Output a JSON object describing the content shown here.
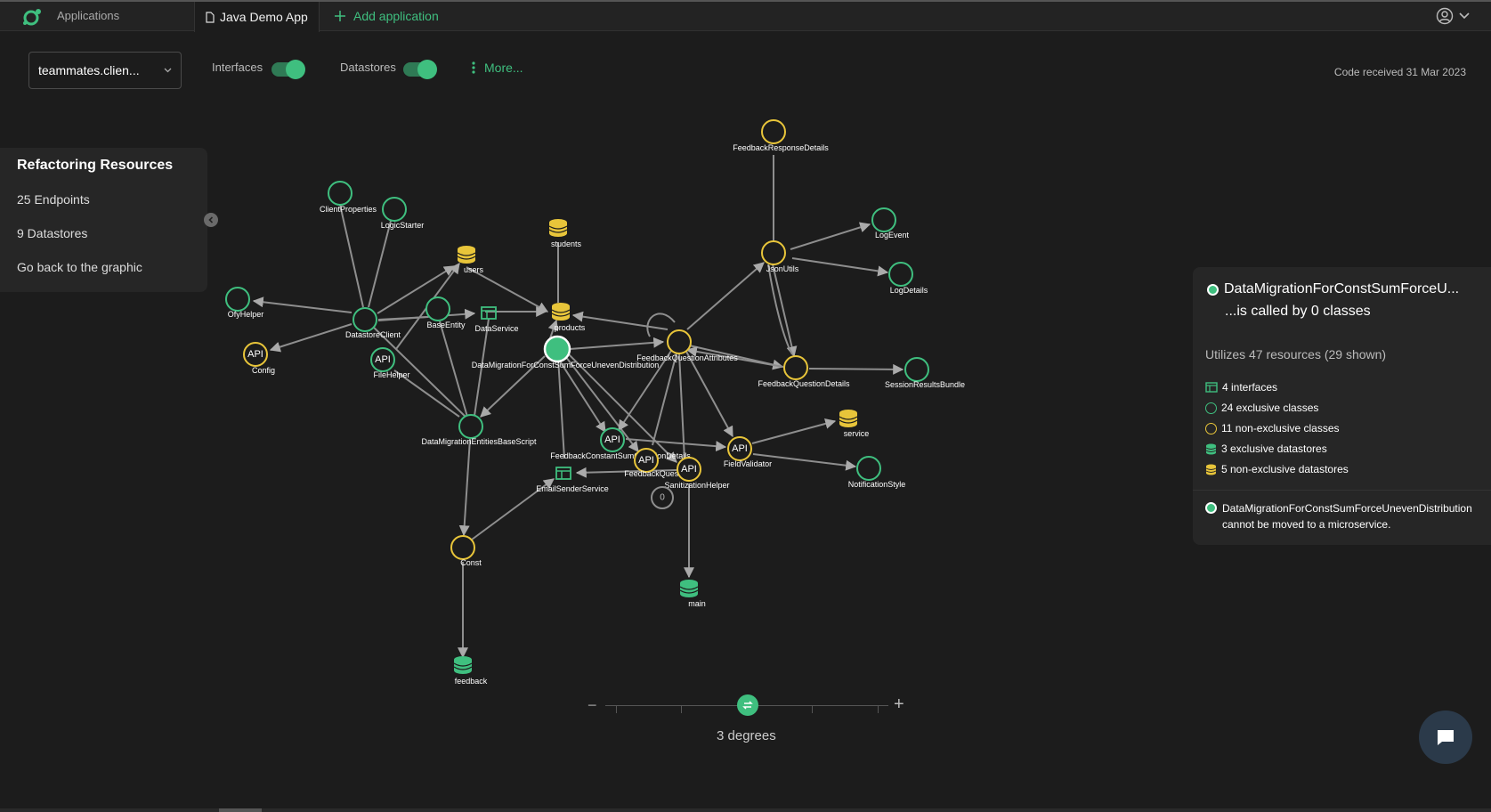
{
  "colors": {
    "accent": "#3fbf7f",
    "yellow": "#e8c53a",
    "background": "#1c1c1c",
    "panel": "#262626"
  },
  "topbar": {
    "applications_label": "Applications",
    "active_tab": "Java Demo App",
    "add_application": "Add application",
    "user_icon": "user-circle-icon"
  },
  "toolbar": {
    "select_value": "teammates.clien...",
    "interfaces_label": "Interfaces",
    "interfaces_on": true,
    "datastores_label": "Datastores",
    "datastores_on": true,
    "more_label": "More...",
    "code_received": "Code received 31 Mar 2023"
  },
  "left_panel": {
    "title": "Refactoring Resources",
    "endpoints": "25 Endpoints",
    "datastores": "9 Datastores",
    "back": "Go back to the graphic"
  },
  "right_panel": {
    "title": "DataMigrationForConstSumForceU...",
    "subtitle": "...is called by 0 classes",
    "utilizes": "Utilizes 47 resources (29 shown)",
    "legend": {
      "interfaces": "4 interfaces",
      "exclusive_classes": "24 exclusive classes",
      "non_exclusive_classes": "11 non-exclusive classes",
      "exclusive_datastores": "3 exclusive datastores",
      "non_exclusive_datastores": "5 non-exclusive datastores"
    },
    "note_line1": "DataMigrationForConstSumForceUnevenDistribution",
    "note_line2": "cannot be moved to a microservice."
  },
  "graph": {
    "labels": {
      "feedback_response_details": "FeedbackResponseDetails",
      "log_event": "LogEvent",
      "log_details": "LogDetails",
      "json_utils": "JsonUtils",
      "client_properties": "ClientProperties",
      "logic_starter": "LogicStarter",
      "students": "students",
      "users": "users",
      "ofy_helper": "OfyHelper",
      "datastore_client": "DatastoreClient",
      "base_entity": "BaseEntity",
      "data_service": "DataService",
      "products": "products",
      "config": "Config",
      "file_helper": "FileHelper",
      "data_migration": "DataMigrationForConstSumForceUnevenDistribution",
      "feedback_question_attributes": "FeedbackQuestionAttributes",
      "feedback_question_details": "FeedbackQuestionDetails",
      "session_results_bundle": "SessionResultsBundle",
      "data_migration_base": "DataMigrationEntitiesBaseScript",
      "service": "service",
      "feedback_const_sum": "FeedbackConstantSumQuestionDetails",
      "feedback_quest": "FeedbackQuest",
      "field_validator": "FieldValidator",
      "sanitization_helper": "SanitizationHelper",
      "notification_style": "NotificationStyle",
      "email_sender": "EmailSenderService",
      "zero_badge": "0",
      "const": "Const",
      "main": "main",
      "feedback": "feedback",
      "api": "API"
    }
  },
  "slider": {
    "degrees_label": "3 degrees",
    "value_degrees": 3
  }
}
